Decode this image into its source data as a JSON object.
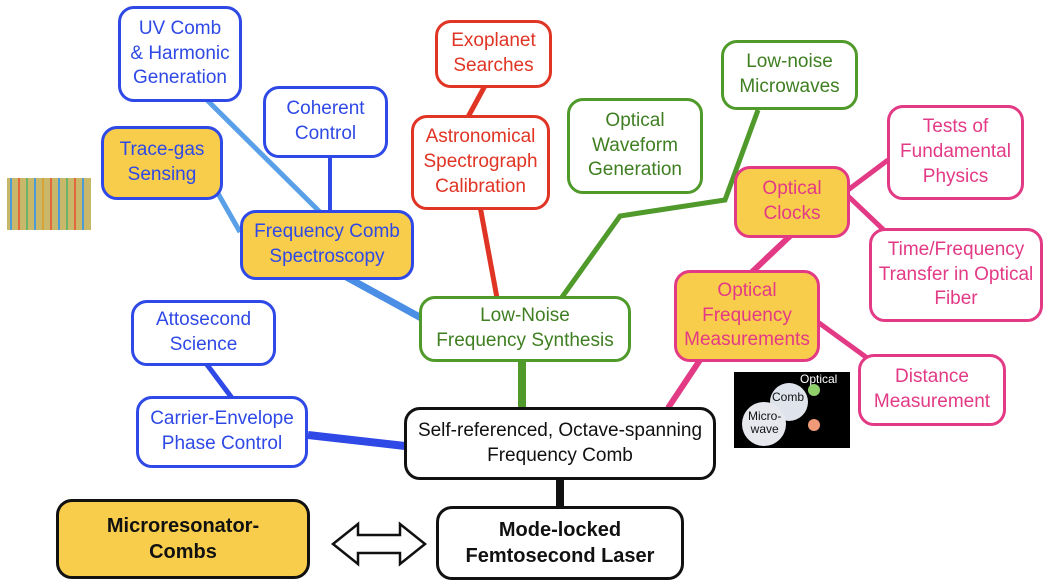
{
  "nodes": {
    "uv_comb": "UV Comb\n& Harmonic\nGeneration",
    "coherent_control": "Coherent\nControl",
    "trace_gas": "Trace-gas\nSensing",
    "freq_comb_spec": "Frequency Comb\nSpectroscopy",
    "exoplanet": "Exoplanet\nSearches",
    "astro_calib": "Astronomical\nSpectrograph\nCalibration",
    "optical_waveform": "Optical\nWaveform\nGeneration",
    "low_noise_micro": "Low-noise\nMicrowaves",
    "optical_clocks": "Optical\nClocks",
    "tests_physics": "Tests of\nFundamental\nPhysics",
    "time_freq": "Time/Frequency\nTransfer in Optical\nFiber",
    "optical_freq_meas": "Optical\nFrequency\nMeasurements",
    "distance": "Distance\nMeasurement",
    "low_noise_synth": "Low-Noise\nFrequency Synthesis",
    "attosecond": "Attosecond\nScience",
    "carrier_envelope": "Carrier-Envelope\nPhase Control",
    "self_ref": "Self-referenced, Octave-spanning\nFrequency Comb",
    "mode_locked": "Mode-locked\nFemtosecond Laser",
    "microresonator": "Microresonator-\nCombs"
  },
  "inset": {
    "optical": "Optical",
    "comb": "Comb",
    "microwave": "Micro-\nwave"
  },
  "colors": {
    "blue": "#2f49e6",
    "red": "#e03424",
    "green": "#4f9a2a",
    "pink": "#e33a86",
    "black": "#111111",
    "highlight": "#f8cd4b"
  }
}
